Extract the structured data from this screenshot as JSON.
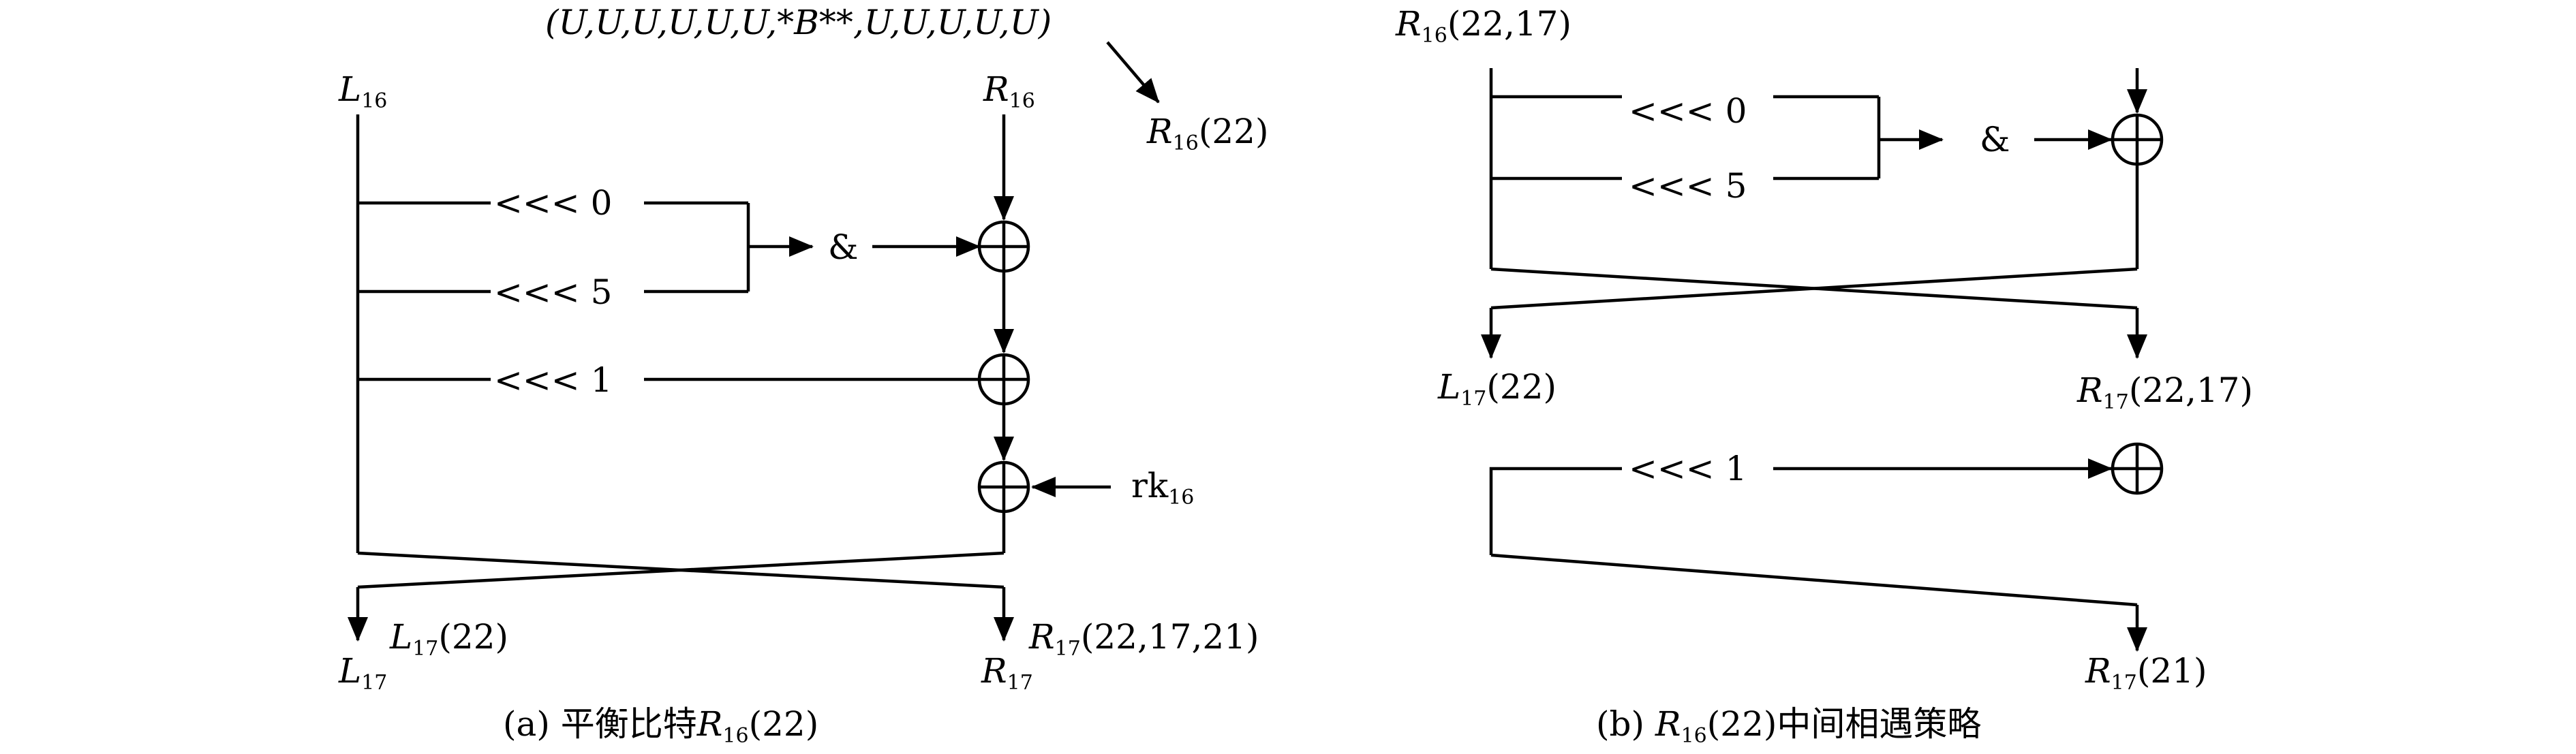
{
  "panel_a": {
    "caption_prefix": "(a) ",
    "caption_text": "平衡比特",
    "caption_var": "R",
    "caption_sub": "16",
    "caption_suffix": "(22)",
    "pattern": "(U,U,U,U,U,U,*B**,U,U,U,U,U)",
    "left_in_var": "L",
    "left_in_sub": "16",
    "right_in_var": "R",
    "right_in_sub": "16",
    "target_var": "R",
    "target_sub": "16",
    "target_suffix": "(22)",
    "rot0": "<<< 0",
    "rot5": "<<< 5",
    "rot1": "<<< 1",
    "and_op": "&",
    "rk_text": "rk",
    "rk_sub": "16",
    "l17_out_var": "L",
    "l17_out_sub": "17",
    "l17_out_suffix": "(22)",
    "l17_var": "L",
    "l17_sub": "17",
    "r17_out_var": "R",
    "r17_out_sub": "17",
    "r17_out_suffix": "(22,17,21)",
    "r17_var": "R",
    "r17_sub": "17"
  },
  "panel_b": {
    "caption_prefix": "(b) ",
    "caption_var": "R",
    "caption_sub": "16",
    "caption_suffix": "(22)",
    "caption_text": "中间相遇策略",
    "top_var": "R",
    "top_sub": "16",
    "top_suffix": "(22,17)",
    "rot0": "<<< 0",
    "rot5": "<<< 5",
    "rot1": "<<< 1",
    "and_op": "&",
    "l17_var": "L",
    "l17_sub": "17",
    "l17_suffix": "(22)",
    "r17_var": "R",
    "r17_sub": "17",
    "r17_suffix": "(22,17)",
    "r17b_var": "R",
    "r17b_sub": "17",
    "r17b_suffix": "(21)"
  }
}
